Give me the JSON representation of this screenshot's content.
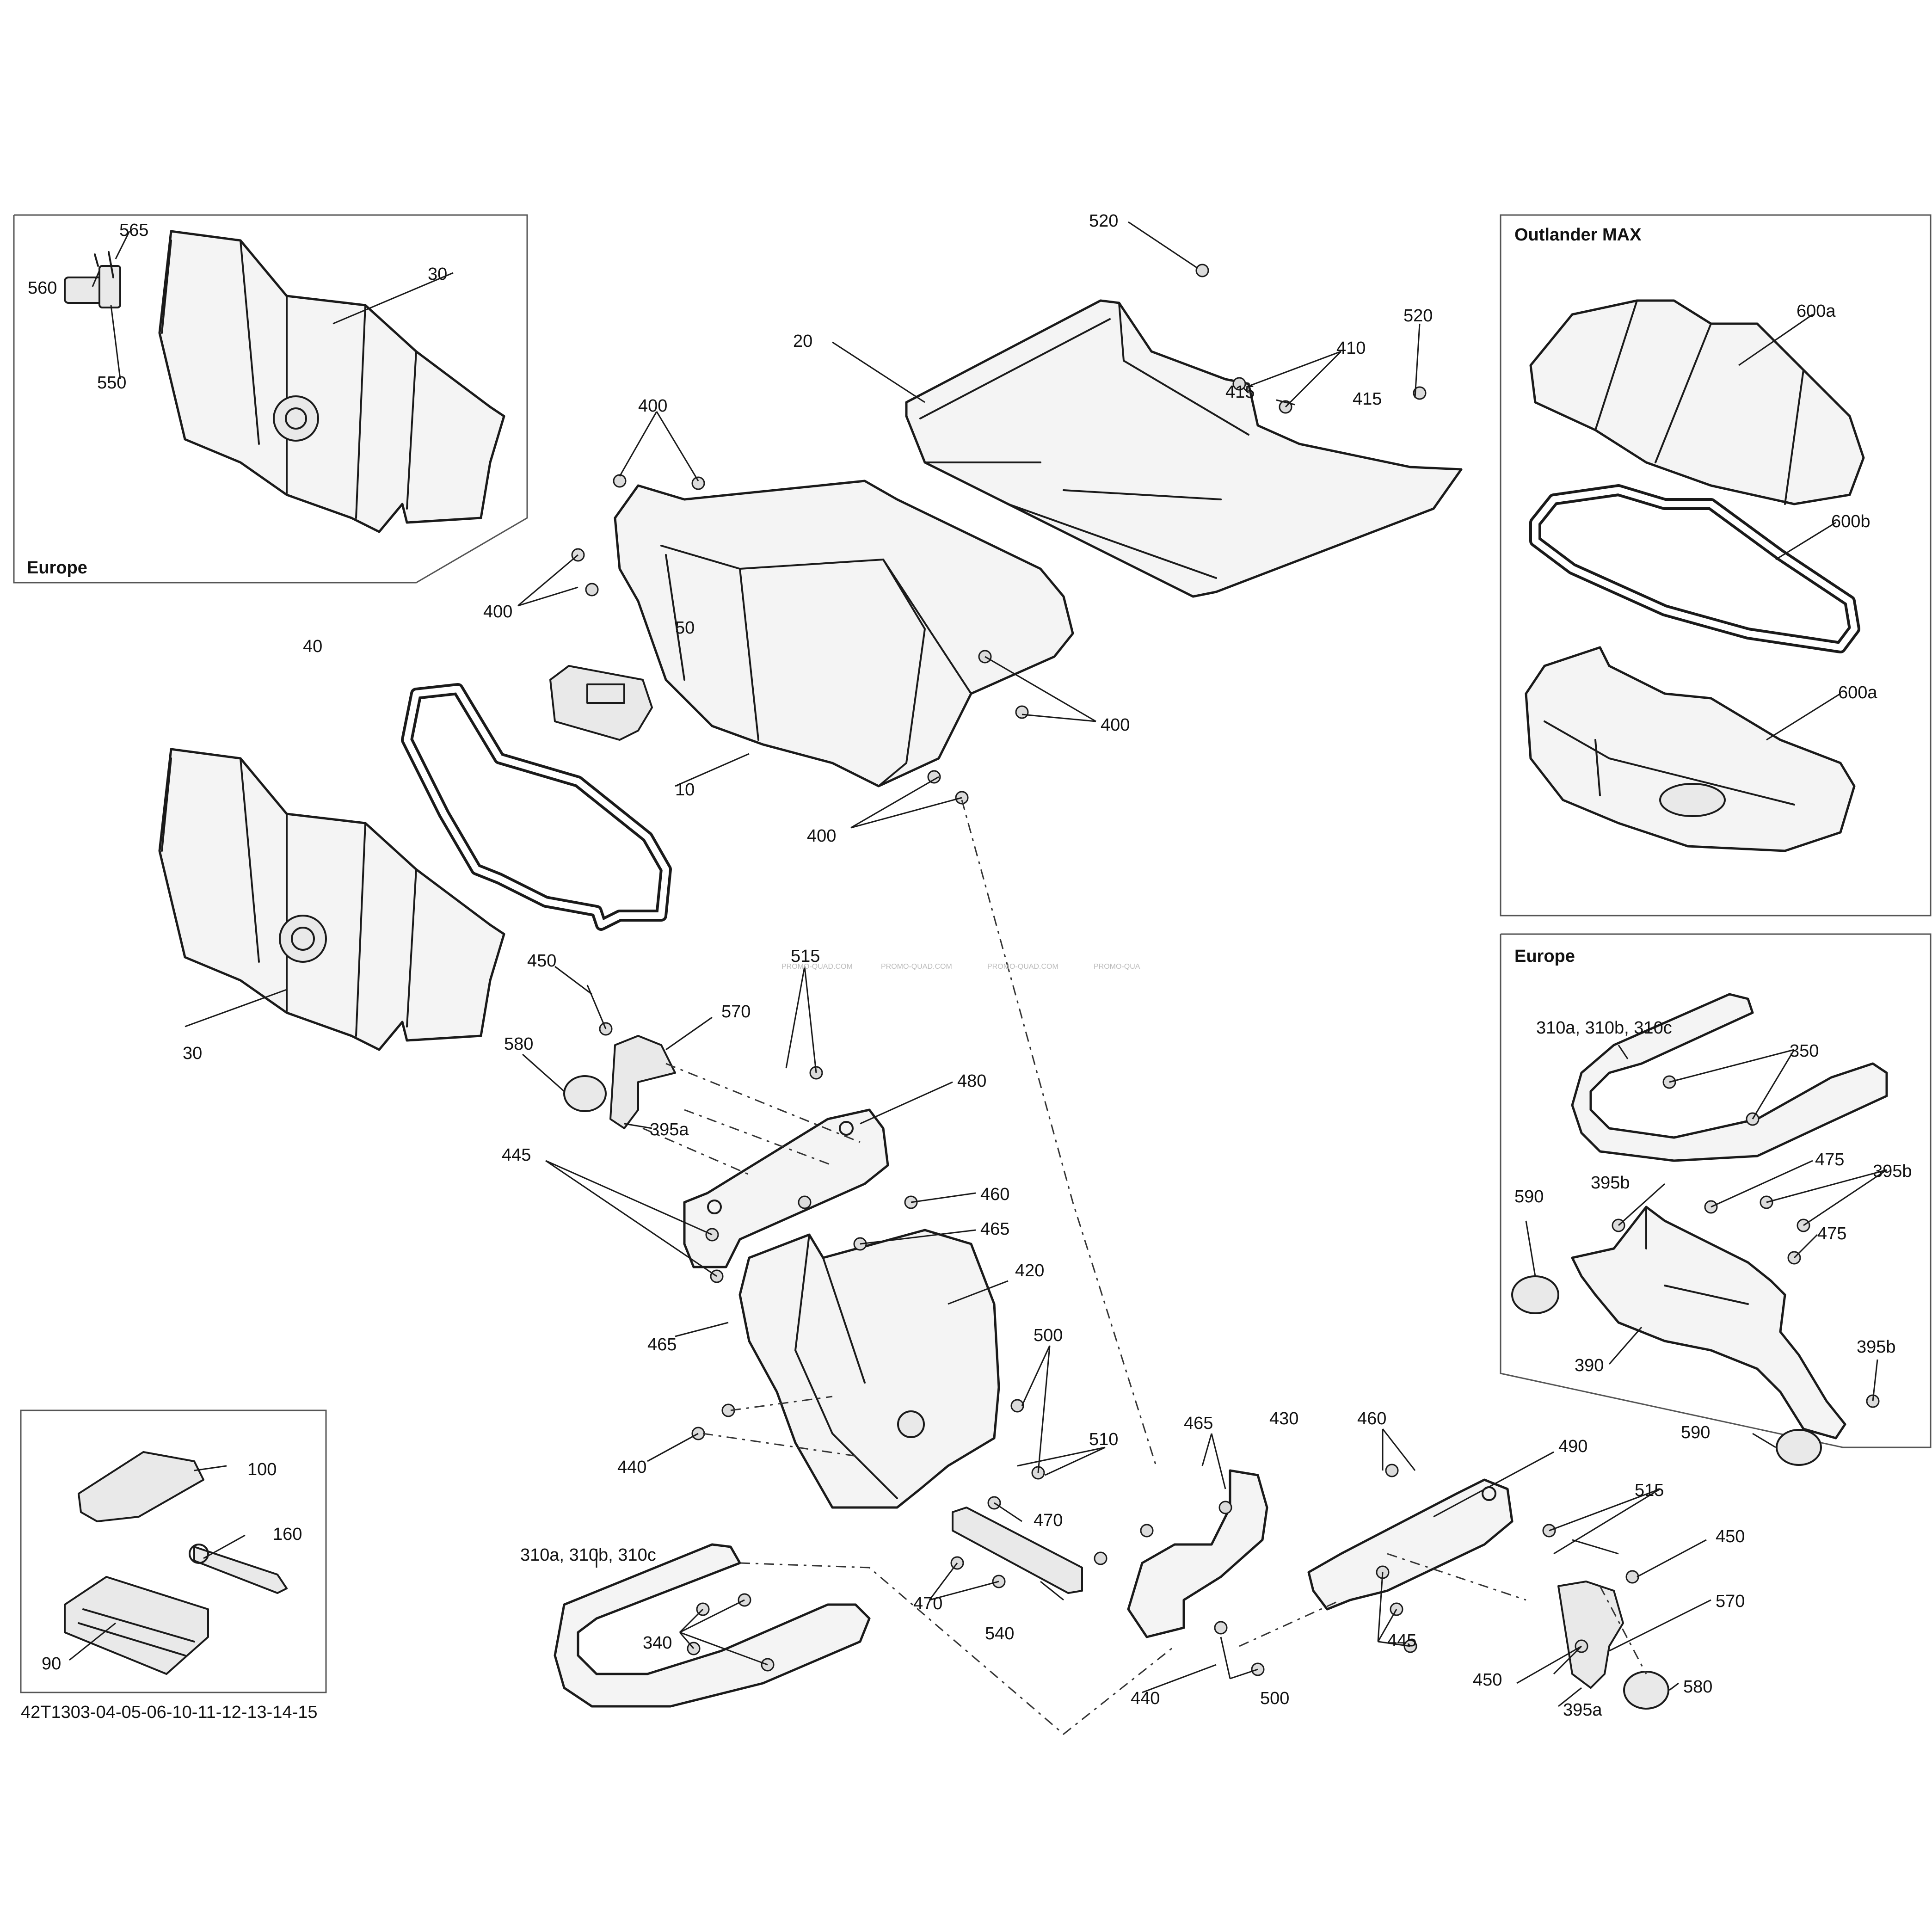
{
  "callouts": {
    "c20": "20",
    "c10": "10",
    "c30a": "30",
    "c30b": "30",
    "c40": "40",
    "c50": "50",
    "c90": "90",
    "c100": "100",
    "c160": "160",
    "c310_left": "310a, 310b, 310c",
    "c310_right": "310a, 310b, 310c",
    "c340": "340",
    "c350": "350",
    "c390": "390",
    "c395a_left": "395a",
    "c395a_right": "395a",
    "c395b_1": "395b",
    "c395b_2": "395b",
    "c395b_3": "395b",
    "c400_1": "400",
    "c400_2": "400",
    "c400_3": "400",
    "c400_4": "400",
    "c410": "410",
    "c415_1": "415",
    "c415_2": "415",
    "c420": "420",
    "c430": "430",
    "c440_1": "440",
    "c440_2": "440",
    "c445_1": "445",
    "c445_2": "445",
    "c450_1": "450",
    "c450_2": "450",
    "c450_3": "450",
    "c460_1": "460",
    "c460_2": "460",
    "c465_1": "465",
    "c465_2": "465",
    "c465_3": "465",
    "c470_1": "470",
    "c470_2": "470",
    "c475_1": "475",
    "c475_2": "475",
    "c480": "480",
    "c490": "490",
    "c500_1": "500",
    "c500_2": "500",
    "c510": "510",
    "c515_1": "515",
    "c515_2": "515",
    "c520_1": "520",
    "c520_2": "520",
    "c540": "540",
    "c550": "550",
    "c560": "560",
    "c565": "565",
    "c570_1": "570",
    "c570_2": "570",
    "c580_1": "580",
    "c580_2": "580",
    "c590_1": "590",
    "c590_2": "590",
    "c600a_1": "600a",
    "c600a_2": "600a",
    "c600b": "600b"
  },
  "boxes": {
    "europe_top_left": "Europe",
    "outlander_max": "Outlander MAX",
    "europe_right": "Europe"
  },
  "watermark": [
    "PROMO-QUAD.COM",
    "PROMO-QUAD.COM",
    "PROMO-QUAD.COM",
    "PROMO-QUA"
  ],
  "reference": "42T1303-04-05-06-10-11-12-13-14-15"
}
